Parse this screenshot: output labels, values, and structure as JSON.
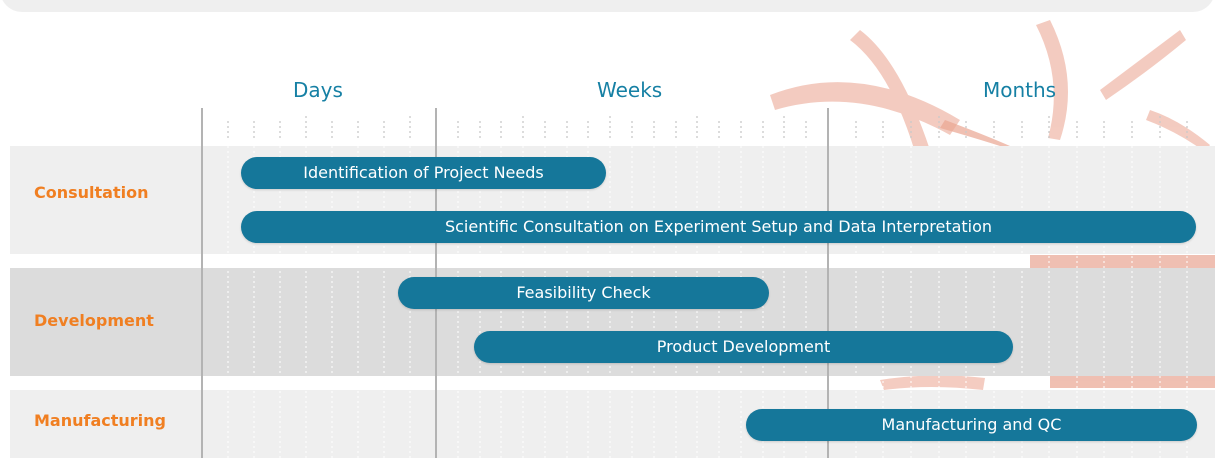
{
  "timescale": {
    "days": "Days",
    "weeks": "Weeks",
    "months": "Months"
  },
  "phases": [
    {
      "label": "Consultation"
    },
    {
      "label": "Development"
    },
    {
      "label": "Manufacturing"
    }
  ],
  "tasks": [
    {
      "label": "Identification of Project Needs"
    },
    {
      "label": "Scientific Consultation on Experiment Setup and Data Interpretation"
    },
    {
      "label": "Feasibility Check"
    },
    {
      "label": "Product Development"
    },
    {
      "label": "Manufacturing and QC"
    }
  ],
  "colors": {
    "accent": "#f07f22",
    "bar": "#15779a",
    "heading": "#1680a4"
  }
}
